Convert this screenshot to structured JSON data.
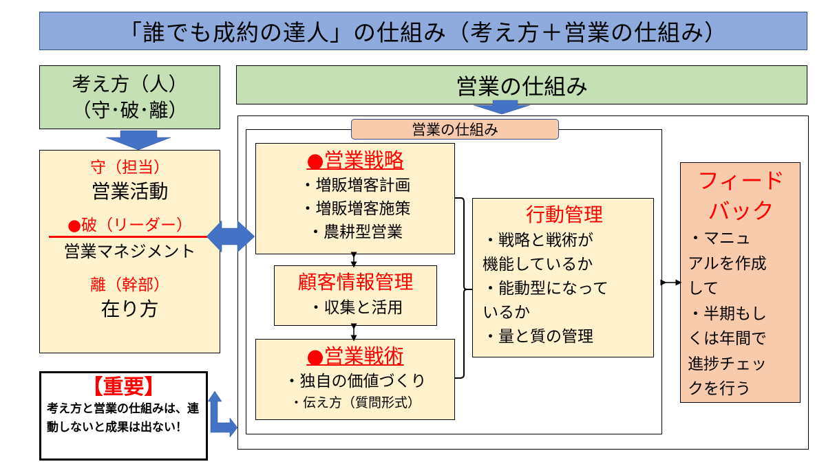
{
  "title": "「誰でも成約の達人」の仕組み（考え方＋営業の仕組み）",
  "mindset": {
    "header_line1": "考え方（人）",
    "header_line2": "（守･破･離）",
    "levels": [
      {
        "title": "守（担当）",
        "body": "営業活動"
      },
      {
        "title": "●破（リーダー）",
        "body": "営業マネジメント"
      },
      {
        "title": "離（幹部）",
        "body": "在り方"
      }
    ]
  },
  "important": {
    "title": "【重要】",
    "body": "考え方と営業の仕組みは、連動しないと成果は出ない！"
  },
  "sales_system": {
    "header": "営業の仕組み",
    "inner_label": "営業の仕組み",
    "strategy": {
      "title": "●営業戦略",
      "items": [
        "・増販増客計画",
        "・増販増客施策",
        "・農耕型営業"
      ]
    },
    "customer_info": {
      "title": "顧客情報管理",
      "items": [
        "・収集と活用"
      ]
    },
    "tactics": {
      "title": "●営業戦術",
      "items": [
        "・独自の価値づくり",
        "・伝え方（質問形式）"
      ]
    },
    "action_management": {
      "title": "行動管理",
      "lines": [
        "・戦略と戦術が",
        "機能しているか",
        "・能動型になって",
        "いるか",
        "・量と質の管理"
      ]
    },
    "feedback": {
      "title_line1": "フィード",
      "title_line2": "バック",
      "lines": [
        "・マニュ",
        "アルを作成",
        "して",
        "・半期もし",
        "くは年間で",
        "進捗チェッ",
        "クを行う"
      ]
    }
  },
  "colors": {
    "title_fill": "#8faadc",
    "header_fill": "#c5e0b4",
    "box_fill": "#fff2cc",
    "feedback_fill": "#f8cbad",
    "arrow": "#4472c4",
    "accent_red": "#ff0000"
  }
}
